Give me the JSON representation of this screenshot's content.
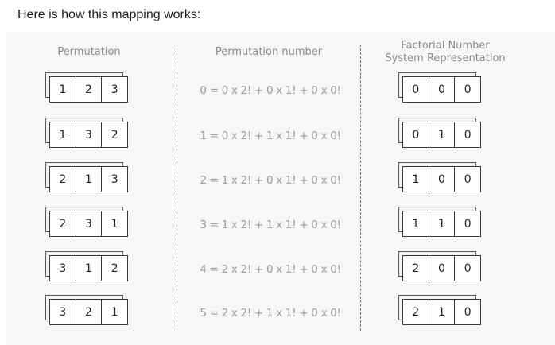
{
  "intro_text": "Here is how this mapping works:",
  "columns": {
    "permutation": "Permutation",
    "permutation_number": "Permutation number",
    "factorial_line1": "Factorial Number",
    "factorial_line2": "System Representation"
  },
  "rows": [
    {
      "perm": [
        "1",
        "2",
        "3"
      ],
      "formula": "0 = 0 x 2! + 0 x 1! + 0 x 0!",
      "fact": [
        "0",
        "0",
        "0"
      ]
    },
    {
      "perm": [
        "1",
        "3",
        "2"
      ],
      "formula": "1 = 0 x 2! + 1 x 1! + 0 x 0!",
      "fact": [
        "0",
        "1",
        "0"
      ]
    },
    {
      "perm": [
        "2",
        "1",
        "3"
      ],
      "formula": "2 = 1 x 2! + 0 x 1! + 0 x 0!",
      "fact": [
        "1",
        "0",
        "0"
      ]
    },
    {
      "perm": [
        "2",
        "3",
        "1"
      ],
      "formula": "3 = 1 x 2! + 1 x 1! + 0 x 0!",
      "fact": [
        "1",
        "1",
        "0"
      ]
    },
    {
      "perm": [
        "3",
        "1",
        "2"
      ],
      "formula": "4 = 2 x 2! + 0 x 1! + 0 x 0!",
      "fact": [
        "2",
        "0",
        "0"
      ]
    },
    {
      "perm": [
        "3",
        "2",
        "1"
      ],
      "formula": "5 = 2 x 2! + 1 x 1! + 0 x 0!",
      "fact": [
        "2",
        "1",
        "0"
      ]
    }
  ]
}
